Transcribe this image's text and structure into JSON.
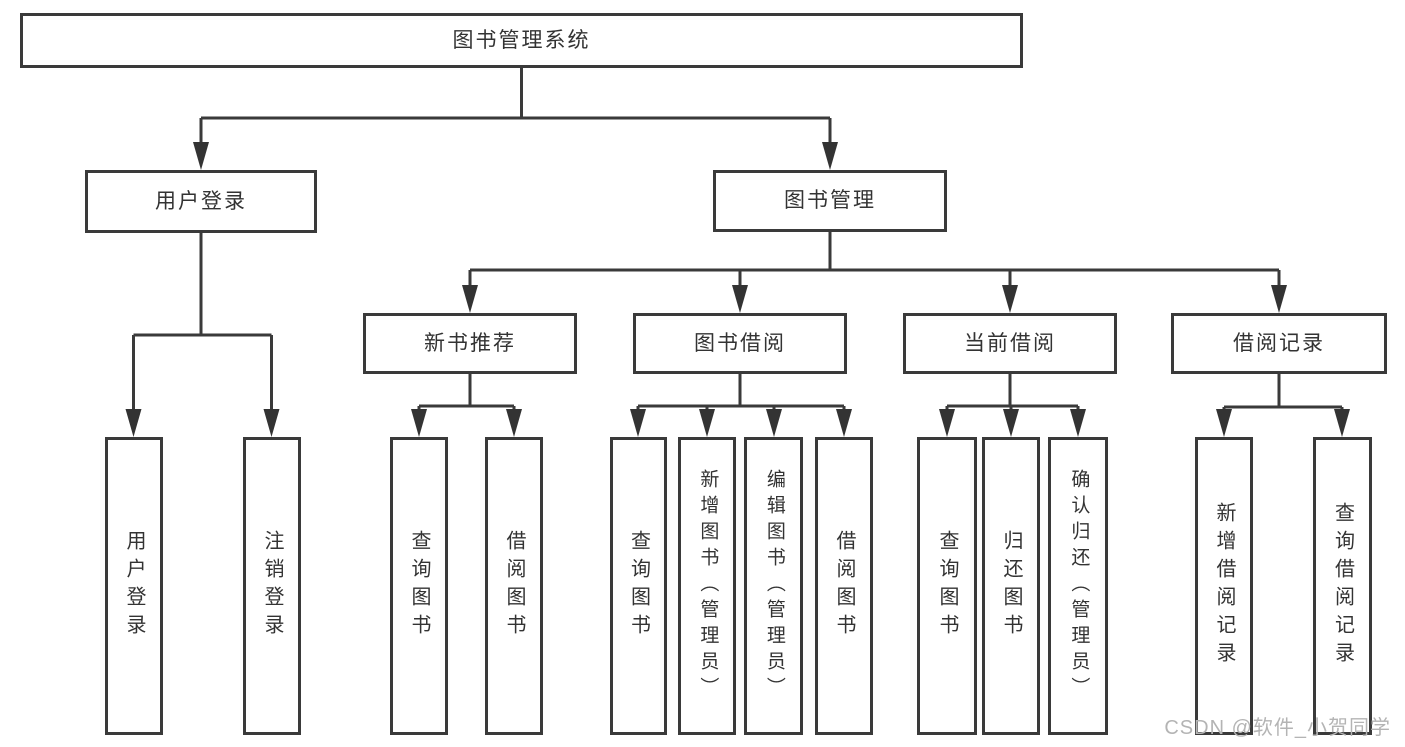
{
  "colors": {
    "line": "#3a3a3a",
    "box_border": "#3a3a3a",
    "text": "#333333",
    "watermark_text": "#b4b4b4",
    "background": "#ffffff"
  },
  "nodes": {
    "root": "图书管理系统",
    "user_login": "用户登录",
    "book_mgmt": "图书管理",
    "new_books": "新书推荐",
    "book_borrow": "图书借阅",
    "current_borrow": "当前借阅",
    "borrow_records": "借阅记录",
    "leaf_user_login": "用户登录",
    "leaf_logout": "注销登录",
    "leaf_newbook_query": "查询图书",
    "leaf_newbook_borrow": "借阅图书",
    "leaf_borrow_query": "查询图书",
    "leaf_borrow_add": "新增图书（管理员）",
    "leaf_borrow_edit": "编辑图书（管理员）",
    "leaf_borrow_borrow": "借阅图书",
    "leaf_current_query": "查询图书",
    "leaf_current_return": "归还图书",
    "leaf_current_confirm": "确认归还（管理员）",
    "leaf_records_add": "新增借阅记录",
    "leaf_records_query": "查询借阅记录"
  },
  "watermark": "CSDN @软件_小贺同学"
}
